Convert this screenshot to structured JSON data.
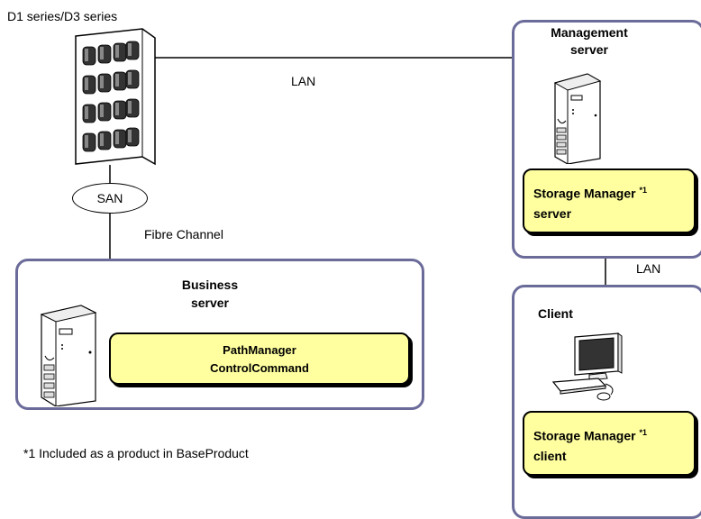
{
  "storage": {
    "label": "D1 series/D3 series"
  },
  "lan_top": {
    "label": "LAN"
  },
  "lan_right": {
    "label": "LAN"
  },
  "san": {
    "label": "SAN"
  },
  "fibre": {
    "label": "Fibre Channel"
  },
  "business": {
    "title_line1": "Business",
    "title_line2": "server",
    "software_line1": "PathManager",
    "software_line2": "ControlCommand"
  },
  "management": {
    "title_line1": "Management",
    "title_line2": "server",
    "software_line1": "Storage Manager",
    "software_sup": "*1",
    "software_line2": "server"
  },
  "client": {
    "title": "Client",
    "software_line1": "Storage Manager",
    "software_sup": "*1",
    "software_line2": "client"
  },
  "footnote": {
    "text": "*1 Included as a product in BaseProduct"
  },
  "colors": {
    "box_border": "#6b6b9a",
    "software_fill": "#ffffa0"
  }
}
